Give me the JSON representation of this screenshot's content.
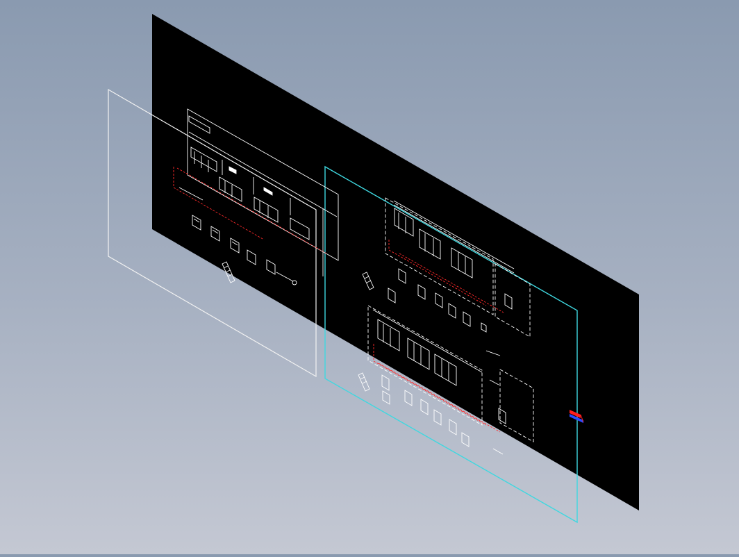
{
  "app": {
    "view_mode": "isometric-3d",
    "background": {
      "top": "#8a9ab0",
      "bottom": "#c4c8d3"
    }
  },
  "colors": {
    "sheet_background": "#000000",
    "linework": "#ffffff",
    "dashed_red": "#ff2a2a",
    "cyan_frame": "#3fd8e0",
    "white_frame": "#f2f2f2",
    "gizmo_red": "#ff1e1e",
    "gizmo_blue": "#2a4cff"
  },
  "drawing": {
    "panels": [
      {
        "id": "panel-left",
        "components": 5
      },
      {
        "id": "panel-right-top",
        "components": 6
      },
      {
        "id": "panel-right-bottom",
        "components": 7
      }
    ]
  },
  "gizmo": {
    "icon": "ucs-axis-icon"
  }
}
